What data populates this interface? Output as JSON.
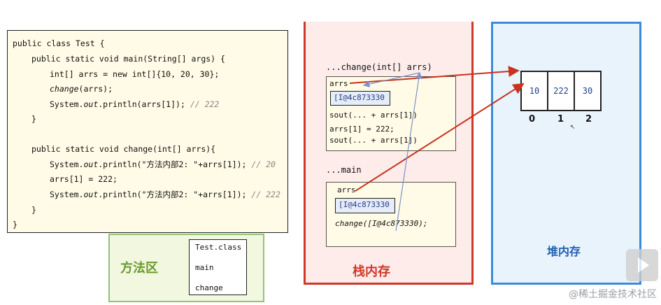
{
  "code": {
    "lines": [
      "public class Test {",
      "public static void main(String[] args) {",
      "int[] arrs = new int[]{10, 20, 30};",
      "change",
      "(arrs);",
      "System.",
      "out",
      ".println(arrs[1]); ",
      "// 222",
      "}",
      "public static void change(int[] arrs){",
      "System.",
      "out",
      ".println(\"方法内部2: \"+arrs[1]); ",
      "// 20",
      "arrs[1] = 222;",
      "System.",
      "out",
      ".println(\"方法内部2: \"+arrs[1]); ",
      "// 222",
      "}",
      "}"
    ]
  },
  "method_area": {
    "label": "方法区",
    "items": [
      "Test.class",
      "main",
      "change"
    ]
  },
  "stack": {
    "label": "栈内存",
    "change_frame": {
      "title": "...change(int[] arrs)",
      "var": "arrs",
      "ref": "[I@4c873330",
      "lines": [
        "sout(... + arrs[1])",
        "arrs[1] = 222;",
        "sout(... + arrs[1])"
      ]
    },
    "main_frame": {
      "title": "...main",
      "var": "arrs",
      "ref": "[I@4c873330",
      "call": "change([I@4c873330);"
    }
  },
  "heap": {
    "label": "堆内存",
    "cells": [
      "10",
      "222",
      "30"
    ],
    "indices": [
      "0",
      "1",
      "2"
    ]
  },
  "watermark": "@稀土掘金技术社区",
  "colors": {
    "stack_border": "#d0382b",
    "heap_border": "#3a8bdc",
    "method_border": "#92c17a",
    "arrow_red": "#c8321f",
    "arrow_blue": "#7b93c9"
  }
}
